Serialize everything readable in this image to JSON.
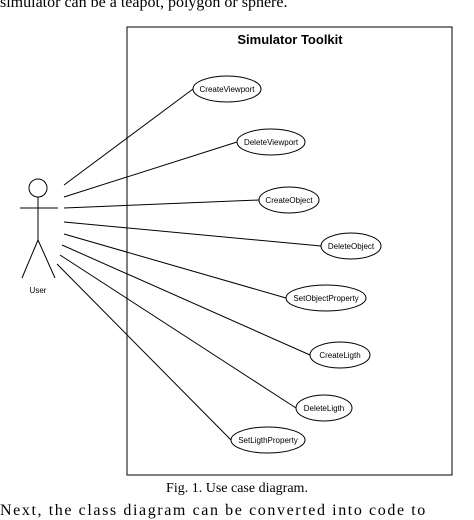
{
  "top_text": "simulator can be a teapot, polygon or sphere.",
  "diagram": {
    "system_title": "Simulator Toolkit",
    "actor": "User",
    "use_cases": [
      "CreateViewport",
      "DeleteViewport",
      "CreateObject",
      "DeleteObject",
      "SetObjectProperty",
      "CreateLigth",
      "DeleteLigth",
      "SetLigthProperty"
    ]
  },
  "caption": "Fig. 1. Use case diagram.",
  "bottom_text": "Next, the class diagram can be converted into code to"
}
